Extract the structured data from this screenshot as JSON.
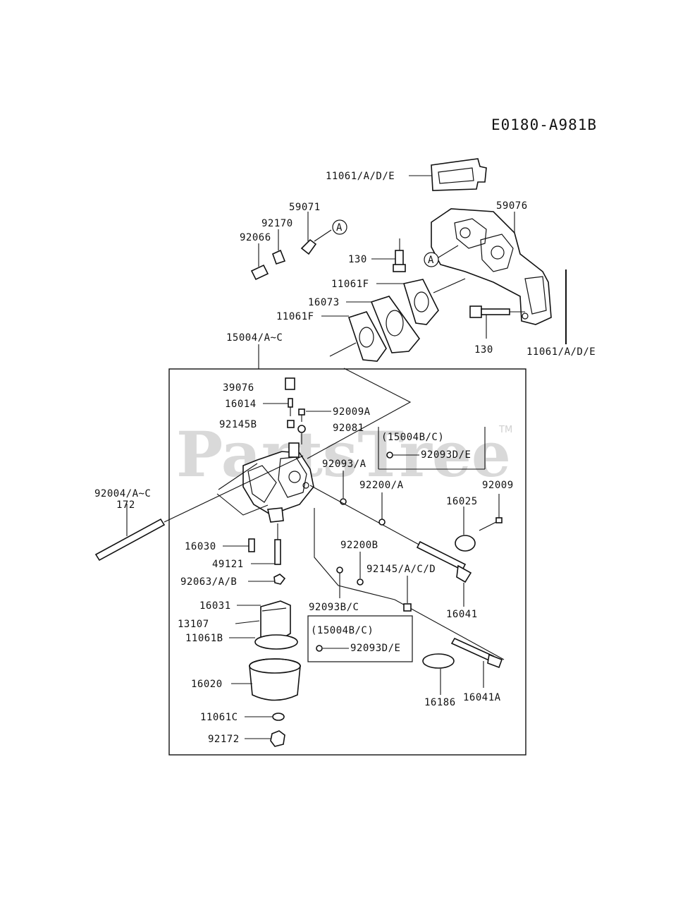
{
  "diagram_code": "E0180-A981B",
  "watermark": "PartsTree",
  "trademark": "TM",
  "callout_letter": "A",
  "labels": {
    "l11061ade_top": "11061/A/D/E",
    "l59071": "59071",
    "l92170": "92170",
    "l92066": "92066",
    "l59076": "59076",
    "l130_top": "130",
    "l11061f_a": "11061F",
    "l16073": "16073",
    "l11061f_b": "11061F",
    "l15004": "15004/A~C",
    "l130_bot": "130",
    "l11061ade_bot": "11061/A/D/E",
    "l39076": "39076",
    "l16014": "16014",
    "l92009a": "92009A",
    "l92145b": "92145B",
    "l92081": "92081",
    "l15004bc_1": "(15004B/C)",
    "l92093de_1": "92093D/E",
    "l92093a": "92093/A",
    "l92004": "92004/A~C",
    "l172": "172",
    "l92200a": "92200/A",
    "l92009": "92009",
    "l16025": "16025",
    "l16030": "16030",
    "l92200b": "92200B",
    "l49121": "49121",
    "l92145acd": "92145/A/C/D",
    "l92063": "92063/A/B",
    "l92093bc": "92093B/C",
    "l16041": "16041",
    "l16031": "16031",
    "l13107": "13107",
    "l15004bc_2": "(15004B/C)",
    "l11061b": "11061B",
    "l92093de_2": "92093D/E",
    "l16020": "16020",
    "l16186": "16186",
    "l16041a": "16041A",
    "l11061c": "11061C",
    "l92172": "92172"
  }
}
